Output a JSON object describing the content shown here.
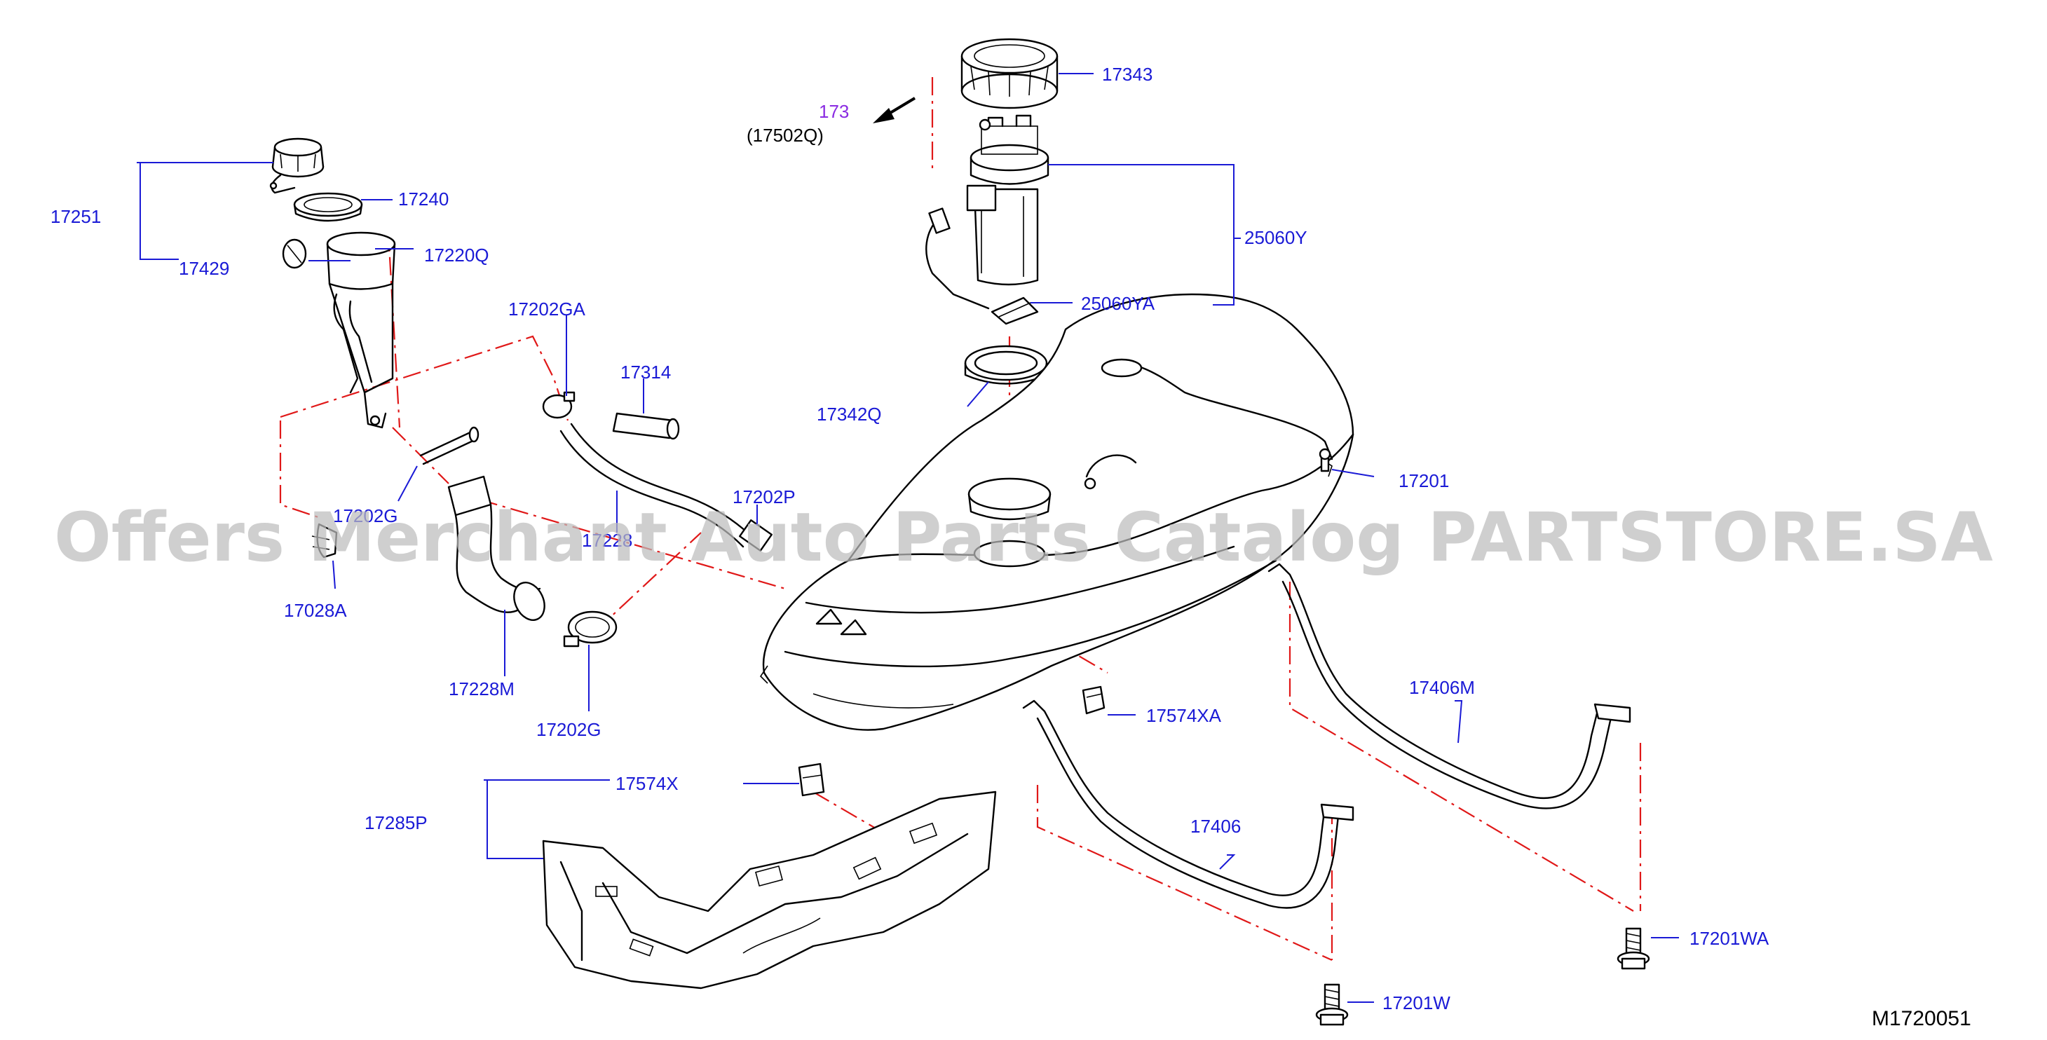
{
  "diagram": {
    "code": "M1720051",
    "watermark": "Offers Merchant Auto Parts Catalog PARTSTORE.SA",
    "labels": {
      "p17343": "17343",
      "p173": "173",
      "p17502q": "(17502Q)",
      "p25060y": "25060Y",
      "p25060ya": "25060YA",
      "p17251": "17251",
      "p17240": "17240",
      "p17429": "17429",
      "p17220q": "17220Q",
      "p17202ga": "17202GA",
      "p17314": "17314",
      "p17342q": "17342Q",
      "p17201": "17201",
      "p17202g_a": "17202G",
      "p17028a": "17028A",
      "p17228": "17228",
      "p17202p": "17202P",
      "p17228m": "17228M",
      "p17202g_b": "17202G",
      "p17574xa": "17574XA",
      "p17406m": "17406M",
      "p17574x": "17574X",
      "p17285p": "17285P",
      "p17406": "17406",
      "p17201wa": "17201WA",
      "p17201w": "17201W"
    },
    "colors": {
      "label": "#1a1ad6",
      "phantom_line": "#e01818",
      "reference_link": "#8a2be2",
      "watermark": "#bdbdbd"
    }
  }
}
